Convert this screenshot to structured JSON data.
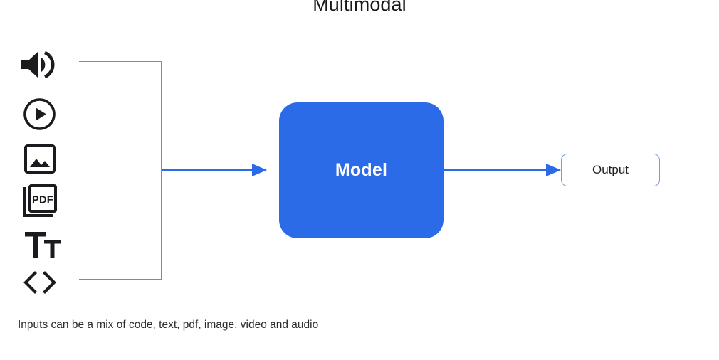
{
  "diagram": {
    "title": "Multimodal",
    "caption": "Inputs can be a mix of code, text, pdf, image, video and audio",
    "colors": {
      "model_fill": "#2c6be8",
      "arrow": "#2c6be8",
      "output_border": "#7c9ed0",
      "bracket": "#8a8a8e",
      "icon": "#1b1b1f",
      "title_text": "#17171a",
      "model_text": "#ffffff"
    },
    "inputs": {
      "group_label": "input-modalities",
      "icons": [
        {
          "name": "audio-speaker-icon",
          "label": "audio"
        },
        {
          "name": "video-play-circle-icon",
          "label": "video"
        },
        {
          "name": "image-picture-icon",
          "label": "image"
        },
        {
          "name": "pdf-document-icon",
          "label": "pdf"
        },
        {
          "name": "text-type-icon",
          "label": "text"
        },
        {
          "name": "code-angle-brackets-icon",
          "label": "code"
        }
      ]
    },
    "model": {
      "label": "Model"
    },
    "output": {
      "label": "Output"
    },
    "arrows": [
      {
        "name": "arrow-inputs-to-model",
        "from": "inputs",
        "to": "model"
      },
      {
        "name": "arrow-model-to-output",
        "from": "model",
        "to": "output"
      }
    ]
  }
}
